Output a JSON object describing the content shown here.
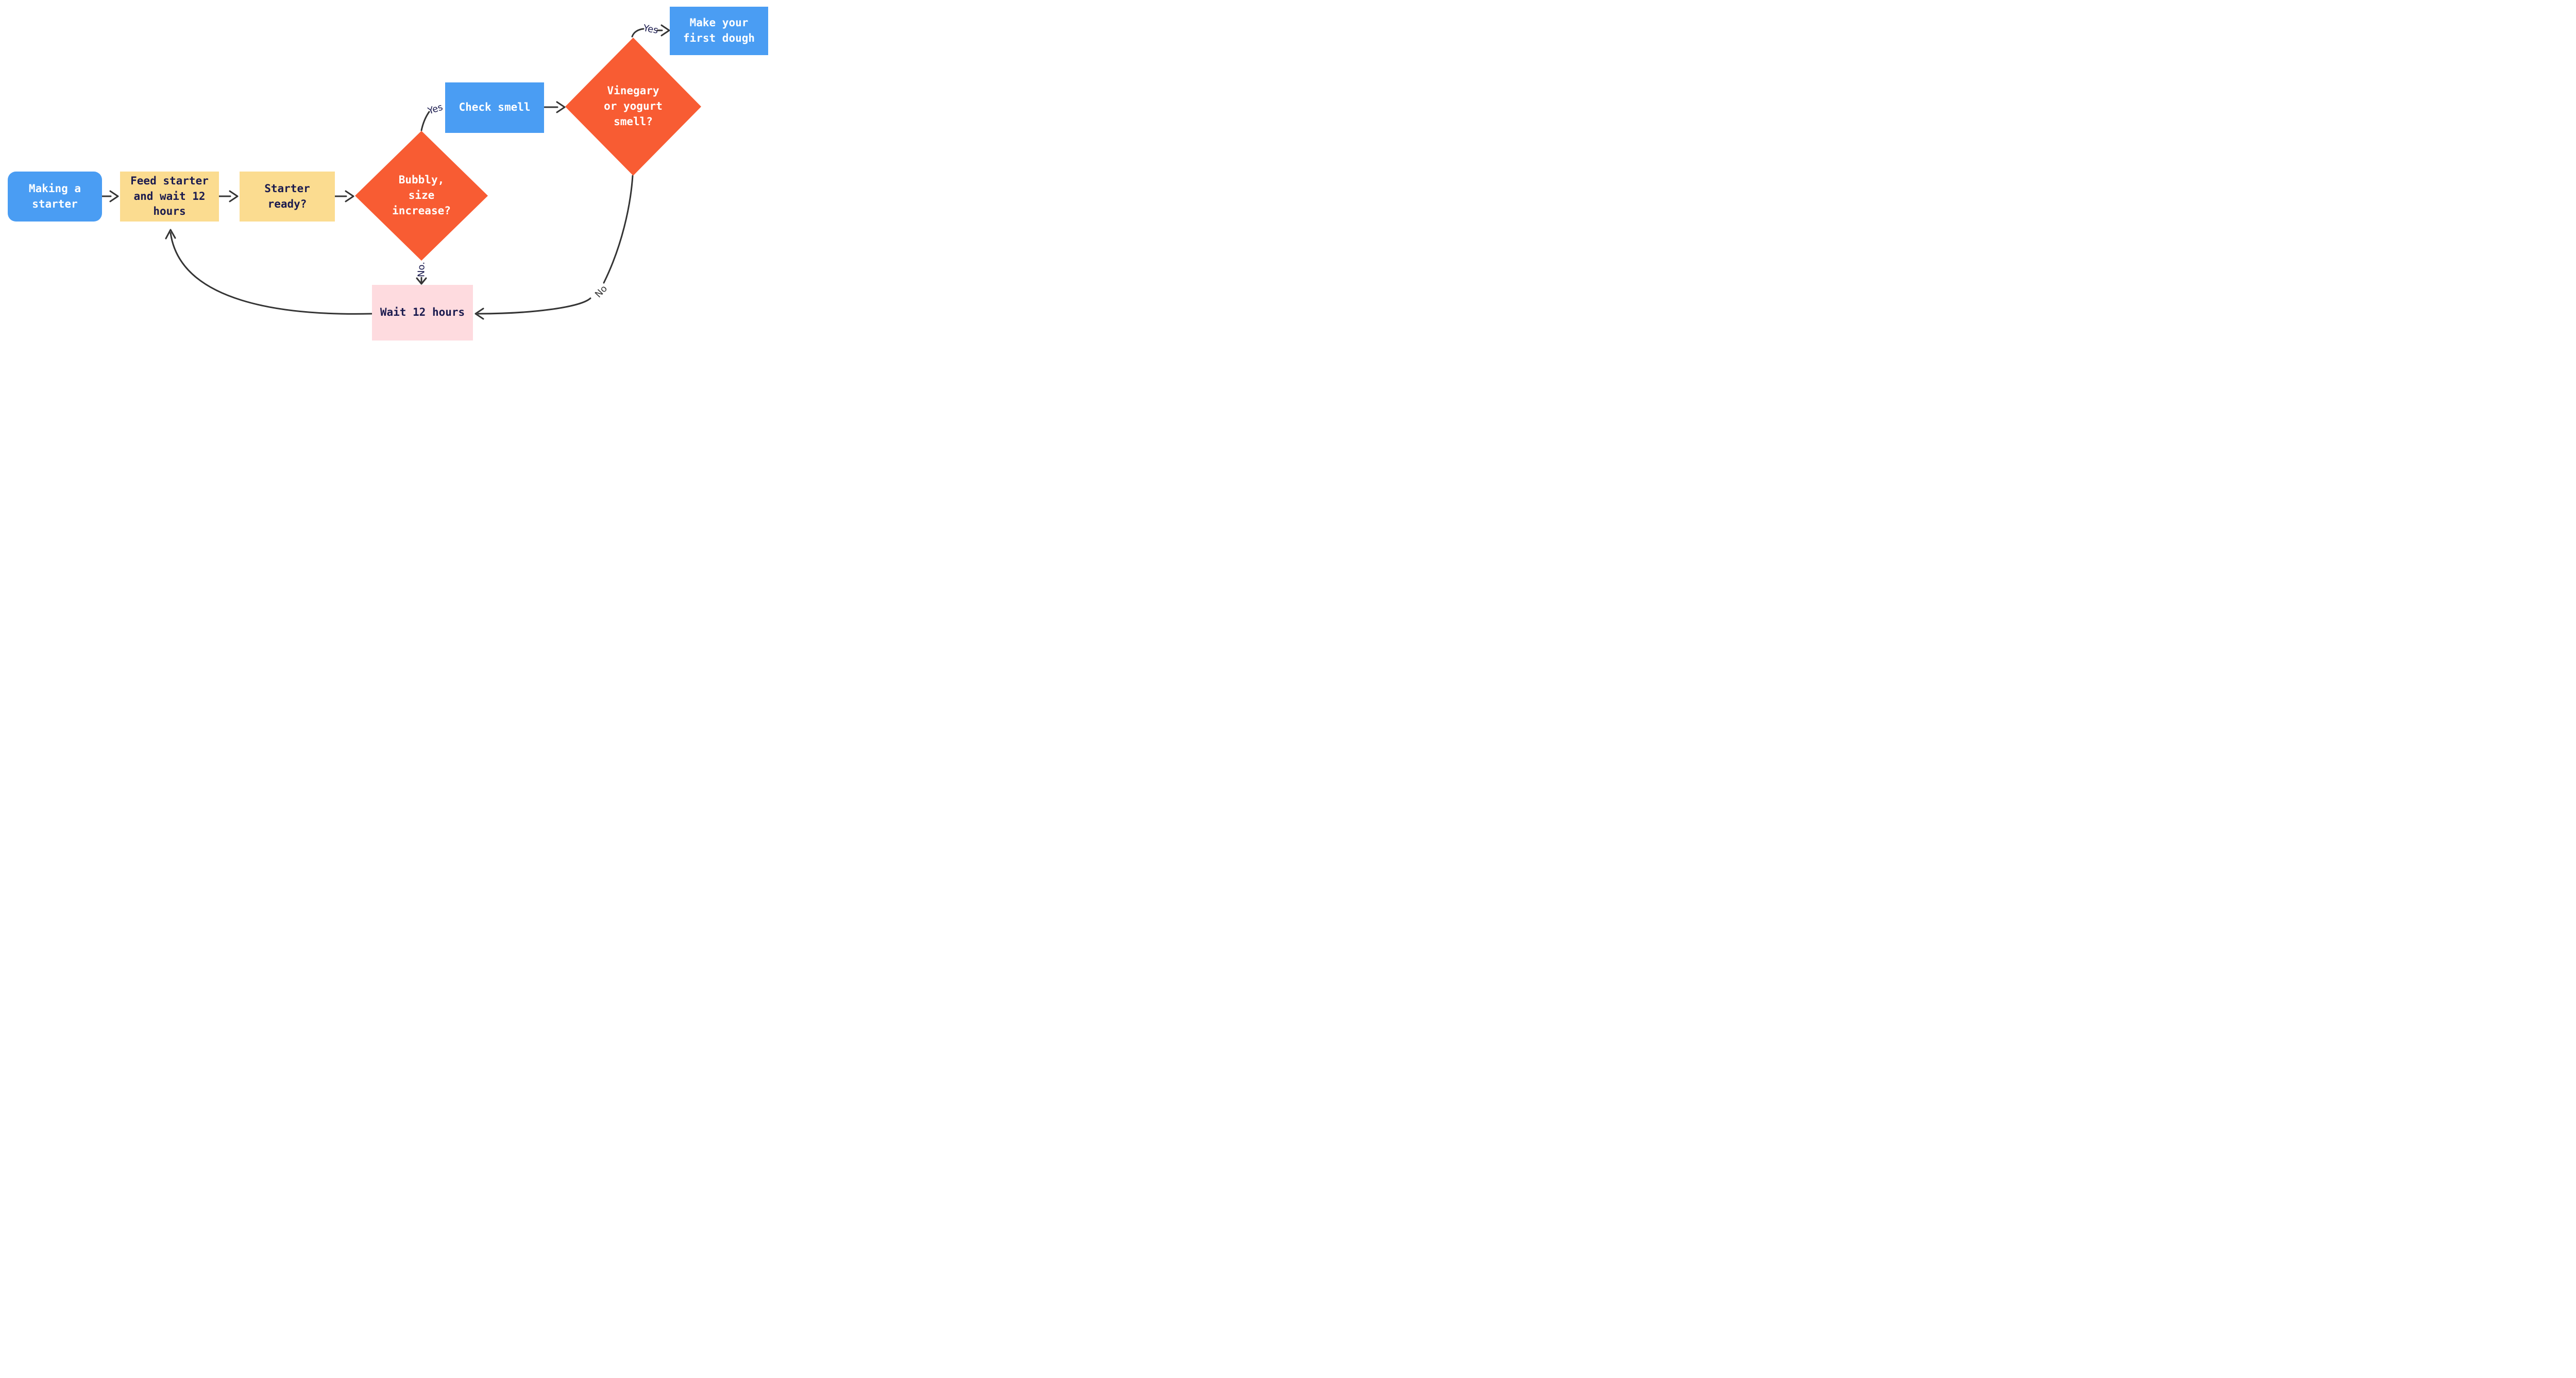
{
  "palette": {
    "background": "#FFFFFF",
    "blue": "#4A9DF3",
    "yellow": "#FBDC90",
    "orange": "#F85C33",
    "pink": "#FEDBDF",
    "navy": "#1A1A4E",
    "edge": "#343434"
  },
  "diagram": {
    "type": "flowchart",
    "nodes": [
      {
        "id": "making-a-starter",
        "label": "Making a\nstarter",
        "shape": "rounded-rect",
        "fill": "blue",
        "text_color": "white"
      },
      {
        "id": "feed-starter",
        "label": "Feed starter\nand wait 12\nhours",
        "shape": "rect",
        "fill": "yellow",
        "text_color": "navy"
      },
      {
        "id": "starter-ready",
        "label": "Starter\nready?",
        "shape": "rect",
        "fill": "yellow",
        "text_color": "navy"
      },
      {
        "id": "bubbly-size-increase",
        "label": "Bubbly,\nsize\nincrease?",
        "shape": "diamond",
        "fill": "orange",
        "text_color": "white"
      },
      {
        "id": "check-smell",
        "label": "Check smell",
        "shape": "rect",
        "fill": "blue",
        "text_color": "white"
      },
      {
        "id": "vinegary-yogurt-smell",
        "label": "Vinegary\nor yogurt\nsmell?",
        "shape": "diamond",
        "fill": "orange",
        "text_color": "white"
      },
      {
        "id": "make-first-dough",
        "label": "Make your\nfirst dough",
        "shape": "rect",
        "fill": "blue",
        "text_color": "white"
      },
      {
        "id": "wait-12-hours",
        "label": "Wait 12 hours",
        "shape": "rect",
        "fill": "pink",
        "text_color": "navy"
      }
    ],
    "edges": [
      {
        "from": "making-a-starter",
        "to": "feed-starter",
        "label": ""
      },
      {
        "from": "feed-starter",
        "to": "starter-ready",
        "label": ""
      },
      {
        "from": "starter-ready",
        "to": "bubbly-size-increase",
        "label": ""
      },
      {
        "from": "bubbly-size-increase",
        "to": "check-smell",
        "label": "Yes"
      },
      {
        "from": "check-smell",
        "to": "vinegary-yogurt-smell",
        "label": ""
      },
      {
        "from": "vinegary-yogurt-smell",
        "to": "make-first-dough",
        "label": "Yes"
      },
      {
        "from": "bubbly-size-increase",
        "to": "wait-12-hours",
        "label": "No."
      },
      {
        "from": "vinegary-yogurt-smell",
        "to": "wait-12-hours",
        "label": "No"
      },
      {
        "from": "wait-12-hours",
        "to": "feed-starter",
        "label": ""
      }
    ]
  }
}
